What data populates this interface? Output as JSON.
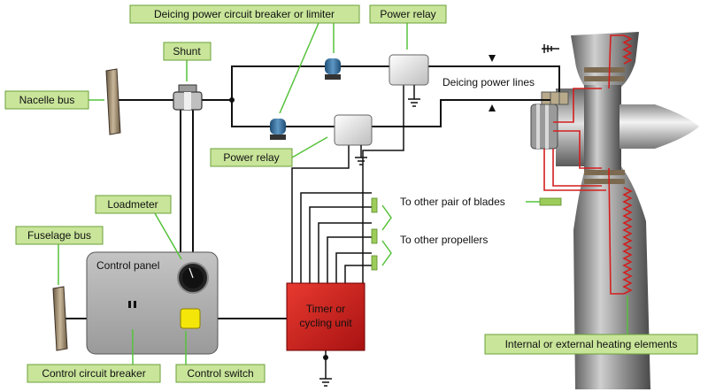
{
  "callouts": {
    "deicing_breaker": "Deicing power circuit breaker or limiter",
    "power_relay_top": "Power relay",
    "shunt": "Shunt",
    "nacelle_bus": "Nacelle bus",
    "power_relay_left": "Power relay",
    "loadmeter": "Loadmeter",
    "fuselage_bus": "Fuselage bus",
    "control_circuit_breaker": "Control circuit breaker",
    "control_switch": "Control switch",
    "heating_elements": "Internal or external heating elements"
  },
  "labels": {
    "deicing_power_lines": "Deicing power lines",
    "other_pair_blades": "To other pair of blades",
    "other_propellers": "To other propellers",
    "control_panel": "Control panel",
    "timer_line1": "Timer or",
    "timer_line2": "cycling unit"
  },
  "colors": {
    "callout_fill": "#c9e59a",
    "leader_green": "#56c23a",
    "timer_red": "#d42020",
    "heating_red": "#d41e1e",
    "panel_gray": "#a8a8a8",
    "switch_yellow": "#f5e60a",
    "breaker_blue": "#3a6f9c"
  }
}
